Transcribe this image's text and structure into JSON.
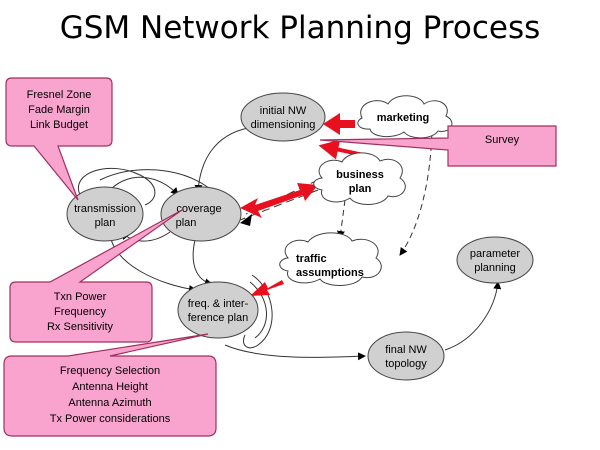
{
  "title": "GSM Network Planning Process",
  "nodes": {
    "initial_nw": [
      "initial NW",
      "dimensioning"
    ],
    "marketing": "marketing",
    "business_plan": [
      "business",
      "plan"
    ],
    "transmission_plan": [
      "transmission",
      "plan"
    ],
    "coverage_plan": [
      "coverage",
      "plan"
    ],
    "traffic_assumptions": [
      "traffic",
      "assumptions"
    ],
    "freq_plan": [
      "freq. & inter-",
      "ference plan"
    ],
    "parameter_planning": [
      "parameter",
      "planning"
    ],
    "final_topology": [
      "final NW",
      "topology"
    ]
  },
  "callouts": {
    "link_budget": [
      "Fresnel Zone",
      "Fade Margin",
      "Link Budget"
    ],
    "survey": "Survey",
    "coverage_params": [
      "Txn Power",
      "Frequency",
      "Rx Sensitivity"
    ],
    "frequency_params": [
      "Frequency Selection",
      "Antenna Height",
      "Antenna Azimuth",
      "Tx Power considerations"
    ]
  },
  "colors": {
    "callout_fill": "#F9A3CF",
    "callout_stroke": "#A0305E",
    "node_fill": "#D0D0D0",
    "highlight_arrow": "#E8101E"
  }
}
